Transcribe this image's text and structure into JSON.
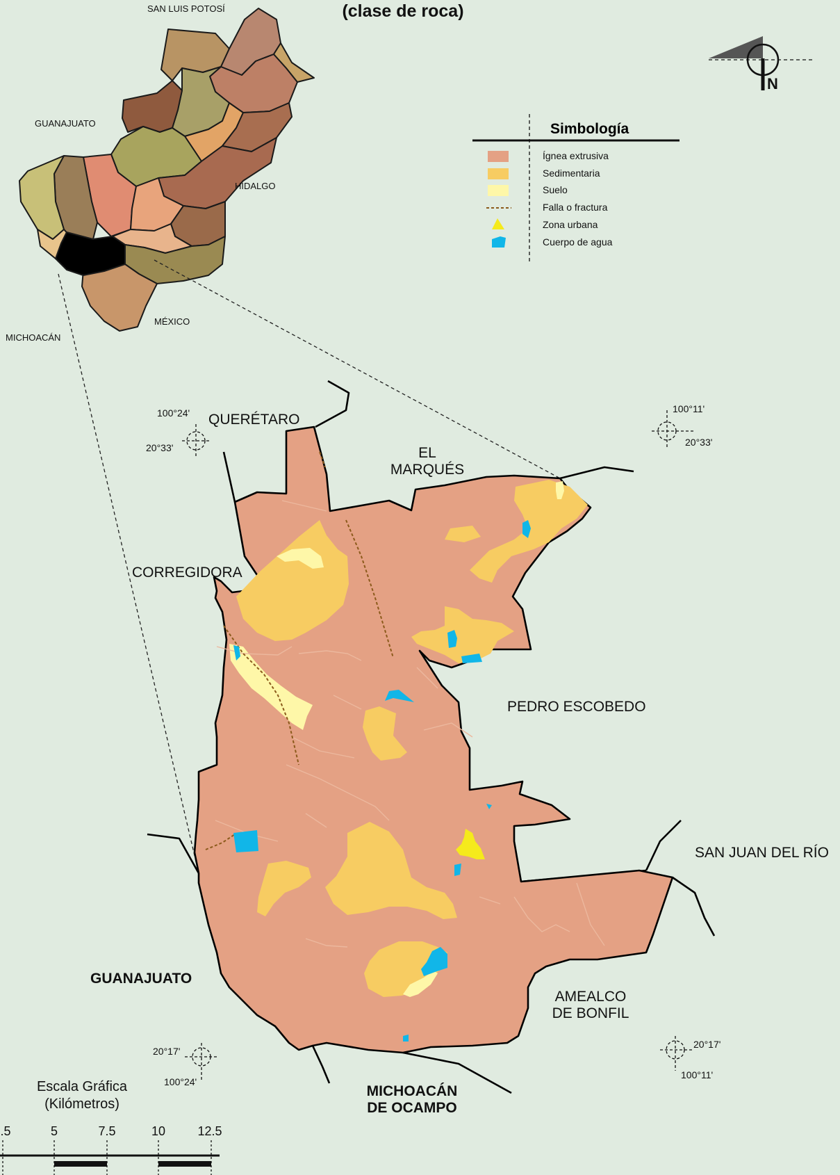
{
  "title": "(clase de roca)",
  "legend": {
    "title": "Simbología",
    "items": [
      {
        "label": "Ígnea extrusiva",
        "color": "#e4a184",
        "symbol": "fill-rect"
      },
      {
        "label": "Sedimentaria",
        "color": "#f7cc62",
        "symbol": "fill-rect"
      },
      {
        "label": "Suelo",
        "color": "#fef7a8",
        "symbol": "fill-rect"
      },
      {
        "label": "Falla o fractura",
        "color": "#8b5a1b",
        "symbol": "dashed-line"
      },
      {
        "label": "Zona urbana",
        "color": "#f5ea1c",
        "symbol": "blob"
      },
      {
        "label": "Cuerpo de agua",
        "color": "#11b6e8",
        "symbol": "blob"
      }
    ]
  },
  "inset": {
    "labels": {
      "san_luis": "SAN LUIS POTOSÍ",
      "guanajuato": "GUANAJUATO",
      "hidalgo": "HIDALGO",
      "mexico": "MÉXICO",
      "michoacan": "MICHOACÁN"
    }
  },
  "neighbors": {
    "queretaro": "QUERÉTARO",
    "el_marques_1": "EL",
    "el_marques_2": "MARQUÉS",
    "corregidora": "CORREGIDORA",
    "pedro_escobedo": "PEDRO ESCOBEDO",
    "san_juan": "SAN JUAN DEL RÍO",
    "guanajuato": "GUANAJUATO",
    "amealco_1": "AMEALCO",
    "amealco_2": "DE BONFIL",
    "michoacan_1": "MICHOACÁN",
    "michoacan_2": "DE OCAMPO"
  },
  "coordinates": {
    "nw_lon": "100°24'",
    "nw_lat": "20°33'",
    "ne_lon": "100°11'",
    "ne_lat": "20°33'",
    "sw_lat": "20°17'",
    "sw_lon": "100°24'",
    "se_lat": "20°17'",
    "se_lon": "100°11'"
  },
  "north_arrow": {
    "label": "N"
  },
  "scale": {
    "title_1": "Escala Gráfica",
    "title_2": "(Kilómetros)",
    "ticks": [
      ".5",
      "5",
      "7.5",
      "10",
      "12.5"
    ]
  },
  "colors": {
    "background": "#e0ebe0",
    "igneous": "#e4a184",
    "sedimentary": "#f7cc62",
    "soil": "#fef7a8",
    "urban": "#f5ea1c",
    "water": "#11b6e8",
    "fault": "#8b5a1b"
  }
}
